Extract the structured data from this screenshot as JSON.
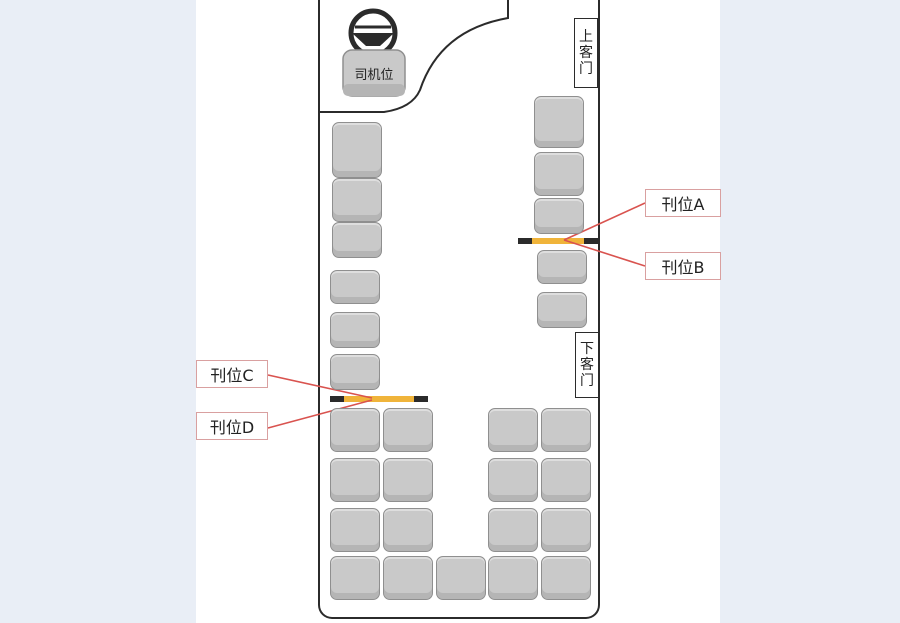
{
  "driver": {
    "label": "司机位"
  },
  "doors": {
    "upper": [
      "上",
      "客",
      "门"
    ],
    "lower": [
      "下",
      "客",
      "门"
    ]
  },
  "positions": {
    "a": "刊位A",
    "b": "刊位B",
    "c": "刊位C",
    "d": "刊位D"
  },
  "colors": {
    "seat": "#c9c9c9",
    "bar": "#f0b43a",
    "leader": "#d9534f",
    "outline": "#2b2b2b"
  }
}
